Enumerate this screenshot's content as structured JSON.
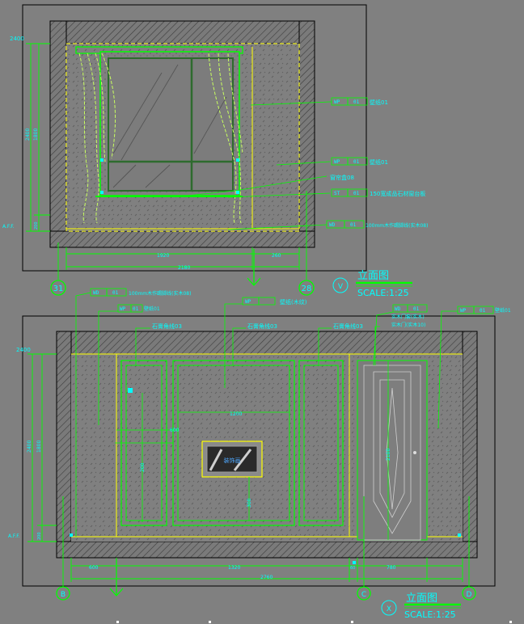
{
  "elevation_v": {
    "title": "立面图",
    "scale": "SCALE:1:25",
    "marker": "V",
    "top_level": "2400",
    "floor_level": "A.F.F.",
    "axis_left": "31",
    "axis_right": "28",
    "vertical_dims": [
      "2400",
      "1800",
      "200"
    ],
    "horizontal_dims": [
      "1920",
      "260",
      "2180"
    ],
    "callouts": [
      {
        "code": "WP",
        "num": "01",
        "text": "壁纸01"
      },
      {
        "code": "WP",
        "num": "01",
        "text": "壁纸01"
      },
      {
        "code": "",
        "num": "",
        "text": "窗帘盒08"
      },
      {
        "code": "ST",
        "num": "01",
        "text": "150宽成品石材窗台板"
      },
      {
        "code": "WD",
        "num": "01",
        "text": "100mm木作踢脚线(实木08)"
      }
    ]
  },
  "elevation_x": {
    "title": "立面图",
    "scale": "SCALE:1:25",
    "marker": "X",
    "top_level": "2400",
    "floor_level": "A.F.F.",
    "axis_labels": [
      "B",
      "C",
      "D"
    ],
    "vertical_dims": [
      "2400",
      "1800",
      "200"
    ],
    "horizontal_dims": [
      "600",
      "1320",
      "60",
      "780",
      "2760"
    ],
    "inner_dims": [
      "1200",
      "600",
      "200",
      "300",
      "2100"
    ],
    "art_label": "装饰画",
    "callouts": [
      {
        "code": "WD",
        "num": "01",
        "text": "100mm木作踢脚线(实木08)"
      },
      {
        "code": "WP",
        "num": "01",
        "text": "壁纸01"
      },
      {
        "code": "WP",
        "num": "",
        "text": "壁纸(木纹)"
      },
      {
        "code": "",
        "num": "",
        "text": "石膏角线03"
      },
      {
        "code": "",
        "num": "",
        "text": "石膏角线03"
      },
      {
        "code": "",
        "num": "",
        "text": "石膏角线03"
      },
      {
        "code": "WD",
        "num": "01",
        "text": "实木门套(实木)"
      },
      {
        "code": "",
        "num": "",
        "text": "实木门(实木10)"
      },
      {
        "code": "WP",
        "num": "01",
        "text": "壁纸01"
      }
    ]
  },
  "colors": {
    "background": "#808080",
    "frame": "#000000",
    "wall_green": "#00ff00",
    "dim_green": "#2e6b2e",
    "yellow": "#ffff00",
    "cyan": "#00ffff",
    "label_blue": "#4fa8ff"
  }
}
